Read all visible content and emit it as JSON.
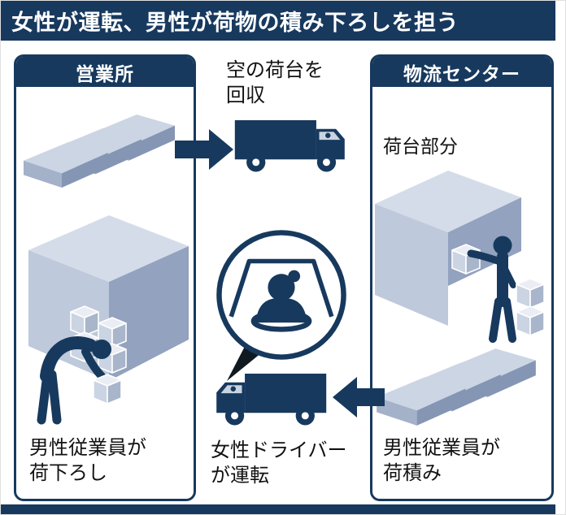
{
  "colors": {
    "navy": "#17395e",
    "ink": "#121212",
    "tail": "#101820",
    "window": "#c9d3e1",
    "box_top": "#ccd5e3",
    "box_front": "#a3b1c9",
    "box_side": "#8595b4",
    "cube_top": "#d5dce9",
    "cube_left": "#bec9db",
    "cube_right": "#92a2bf",
    "small_top": "#eaedf4",
    "small_left": "#cbd4e2",
    "small_right": "#a8b5ca"
  },
  "header": {
    "title": "女性が運転、男性が荷物の積み下ろしを担う"
  },
  "left_panel": {
    "header": "営業所",
    "caption_line1": "男性従業員が",
    "caption_line2": "荷下ろし"
  },
  "right_panel": {
    "header": "物流センター",
    "label_cargo_bed": "荷台部分",
    "caption_line1": "男性従業員が",
    "caption_line2": "荷積み"
  },
  "center": {
    "top_label_line1": "空の荷台を",
    "top_label_line2": "回収",
    "driver_caption_line1": "女性ドライバー",
    "driver_caption_line2": "が運転"
  }
}
